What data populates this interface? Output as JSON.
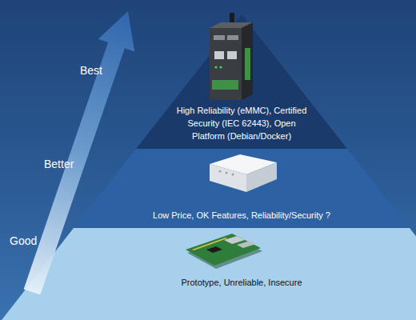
{
  "diagram": {
    "nodes": [
      {
        "text": [
          "High Reliability (eMMC), Certified Security (IEC 62443), Open Platform (Debian/Docker)"
        ]
      },
      {
        "text": [
          "Low Price, OK Features, Reliability/Security ?"
        ]
      },
      {
        "text": [
          "Prototype, Unreliable, Insecure"
        ]
      }
    ],
    "labels": [
      "Best",
      "Better",
      "Good"
    ]
  }
}
